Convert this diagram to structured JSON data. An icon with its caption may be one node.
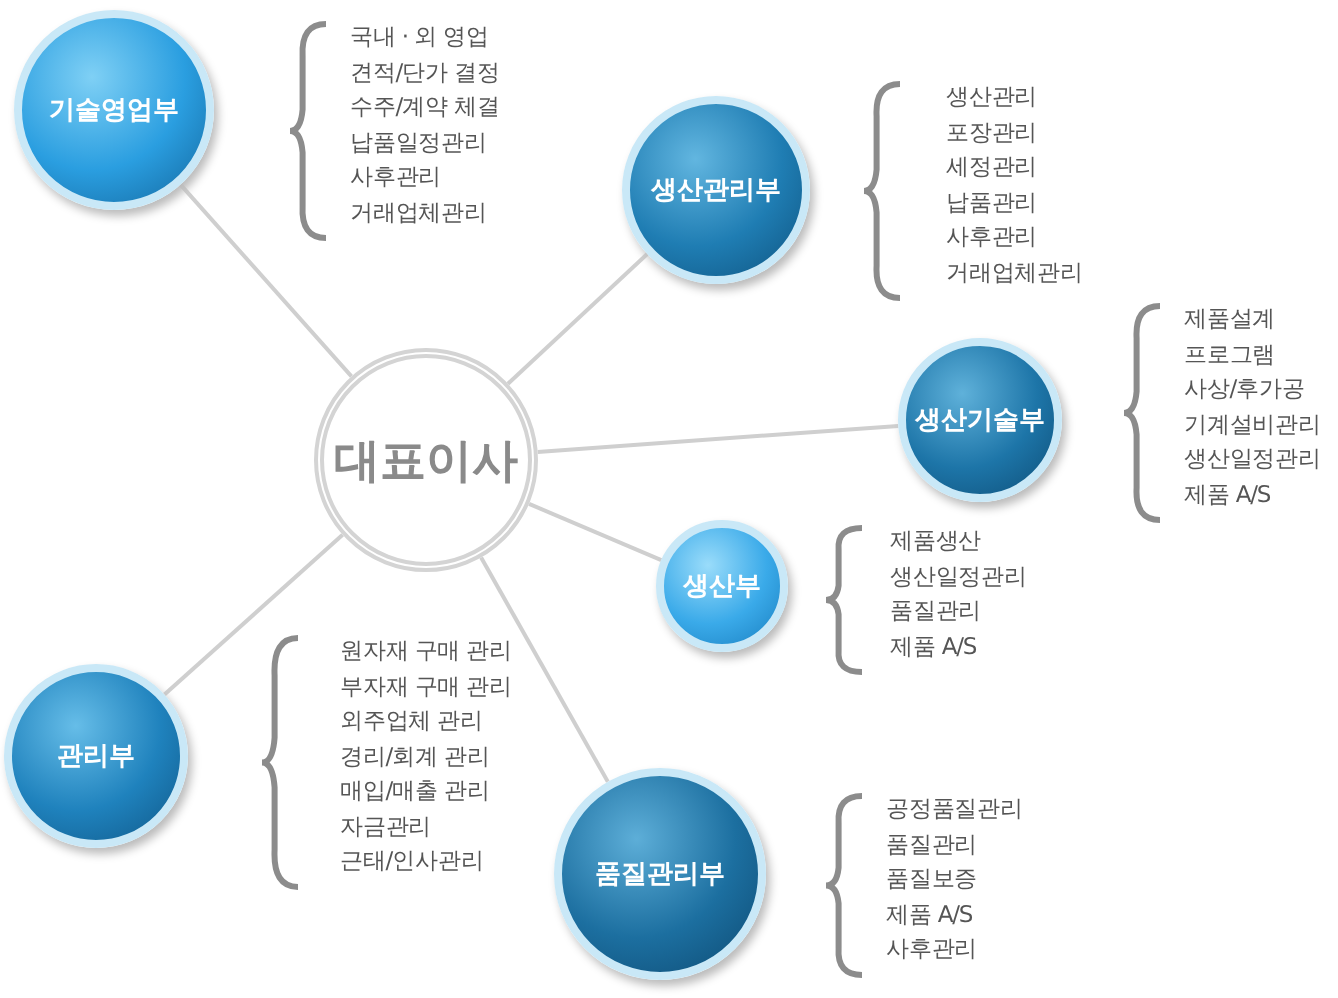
{
  "diagram": {
    "nodes": [
      {
        "text": [
          "대표이사"
        ]
      },
      {
        "text": [
          "기술영업부"
        ],
        "beside": [
          "국내 · 외 영업",
          "견적/단가 결정",
          "수주/계약 체결",
          "납품일정관리",
          "사후관리",
          "거래업체관리"
        ]
      },
      {
        "text": [
          "생산관리부"
        ],
        "beside": [
          "생산관리",
          "포장관리",
          "세정관리",
          "납품관리",
          "사후관리",
          "거래업체관리"
        ]
      },
      {
        "text": [
          "생산기술부"
        ],
        "beside": [
          "제품설계",
          "프로그램",
          "사상/후가공",
          "기계설비관리",
          "생산일정관리",
          "제품 A/S"
        ]
      },
      {
        "text": [
          "생산부"
        ],
        "beside": [
          "제품생산",
          "생산일정관리",
          "품질관리",
          "제품 A/S"
        ]
      },
      {
        "text": [
          "관리부"
        ],
        "beside": [
          "원자재 구매 관리",
          "부자재 구매 관리",
          "외주업체 관리",
          "경리/회계 관리",
          "매입/매출 관리",
          "자금관리",
          "근태/인사관리"
        ]
      },
      {
        "text": [
          "품질관리부"
        ],
        "beside": [
          "공정품질관리",
          "품질관리",
          "품질보증",
          "제품 A/S",
          "사후관리"
        ]
      }
    ],
    "edges": [
      {
        "from": 0,
        "to": 1,
        "arrow": "none"
      },
      {
        "from": 0,
        "to": 2,
        "arrow": "none"
      },
      {
        "from": 0,
        "to": 3,
        "arrow": "none"
      },
      {
        "from": 0,
        "to": 4,
        "arrow": "none"
      },
      {
        "from": 0,
        "to": 5,
        "arrow": "none"
      },
      {
        "from": 0,
        "to": 6,
        "arrow": "none"
      }
    ]
  }
}
